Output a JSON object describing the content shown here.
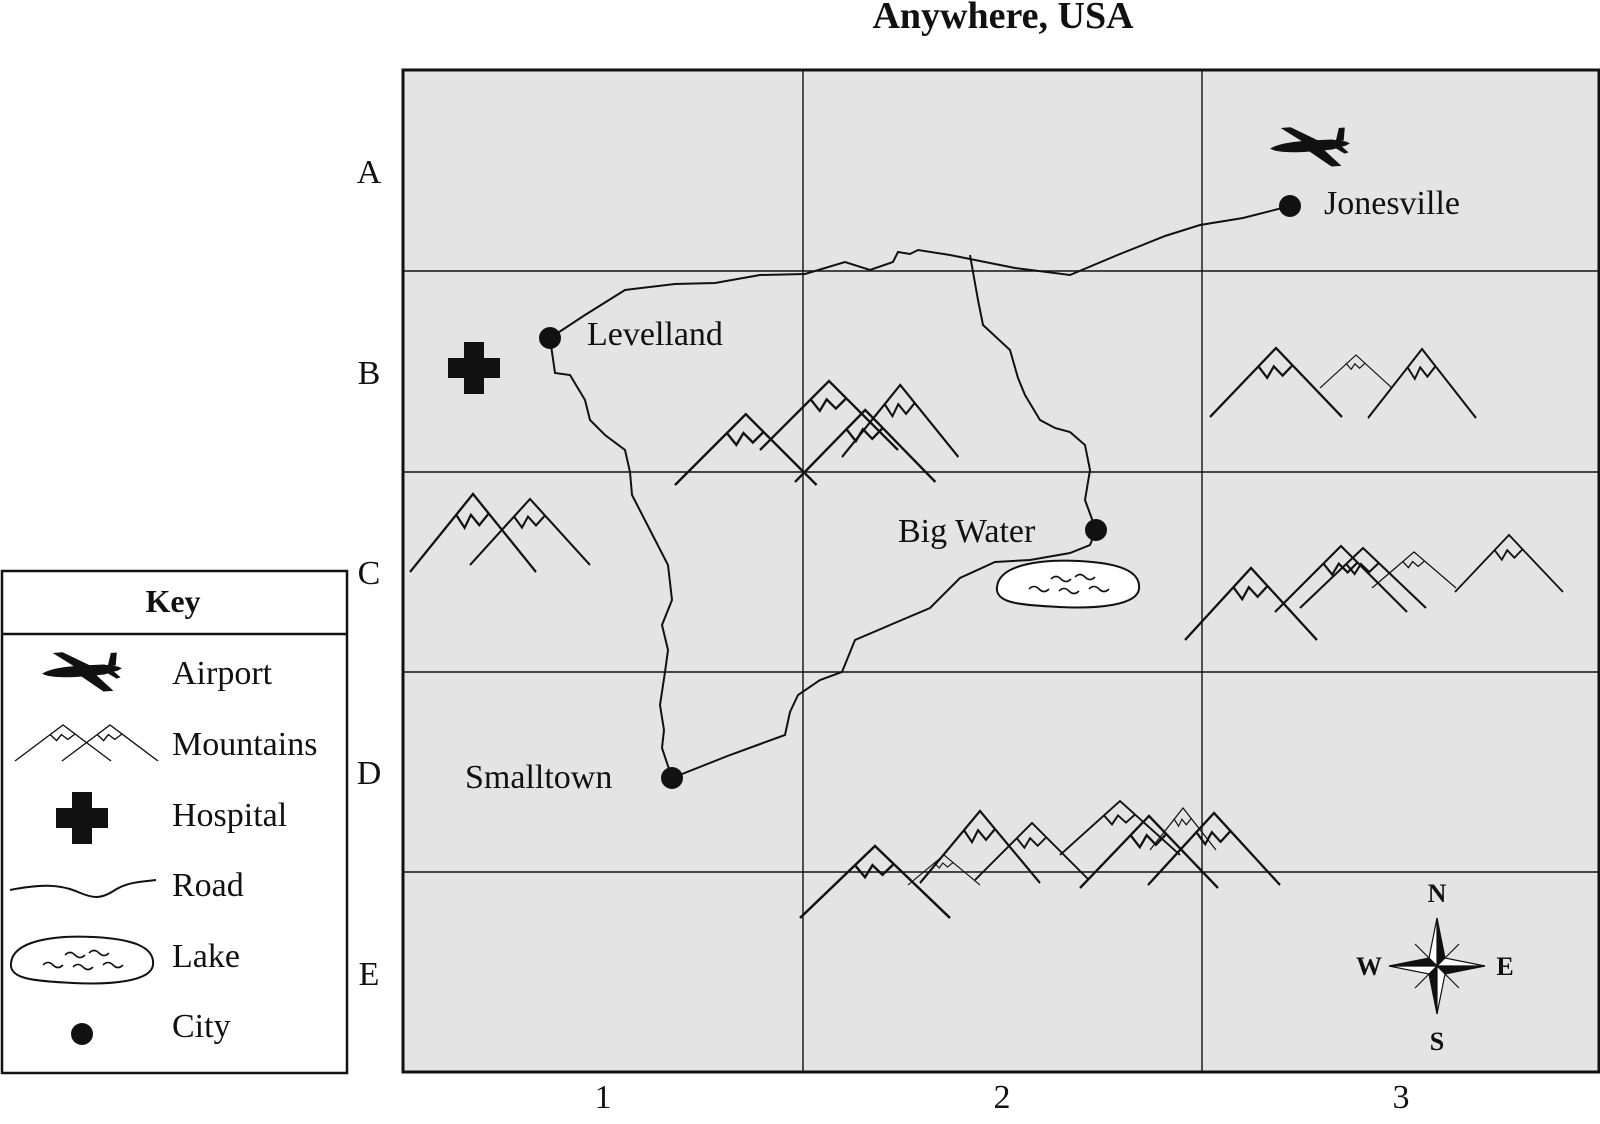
{
  "map": {
    "title": "Anywhere, USA",
    "rows": [
      "A",
      "B",
      "C",
      "D",
      "E"
    ],
    "columns": [
      "1",
      "2",
      "3"
    ],
    "cities": [
      {
        "name": "Levelland"
      },
      {
        "name": "Jonesville"
      },
      {
        "name": "Big Water"
      },
      {
        "name": "Smalltown"
      }
    ],
    "compass": {
      "north": "N",
      "south": "S",
      "east": "E",
      "west": "W"
    }
  },
  "key": {
    "title": "Key",
    "items": [
      {
        "label": "Airport",
        "icon": "airport-icon"
      },
      {
        "label": "Mountains",
        "icon": "mountains-icon"
      },
      {
        "label": "Hospital",
        "icon": "hospital-icon"
      },
      {
        "label": "Road",
        "icon": "road-icon"
      },
      {
        "label": "Lake",
        "icon": "lake-icon"
      },
      {
        "label": "City",
        "icon": "city-icon"
      }
    ]
  },
  "colors": {
    "map_fill": "#e4e4e4",
    "ink": "#111111",
    "background": "#ffffff"
  }
}
